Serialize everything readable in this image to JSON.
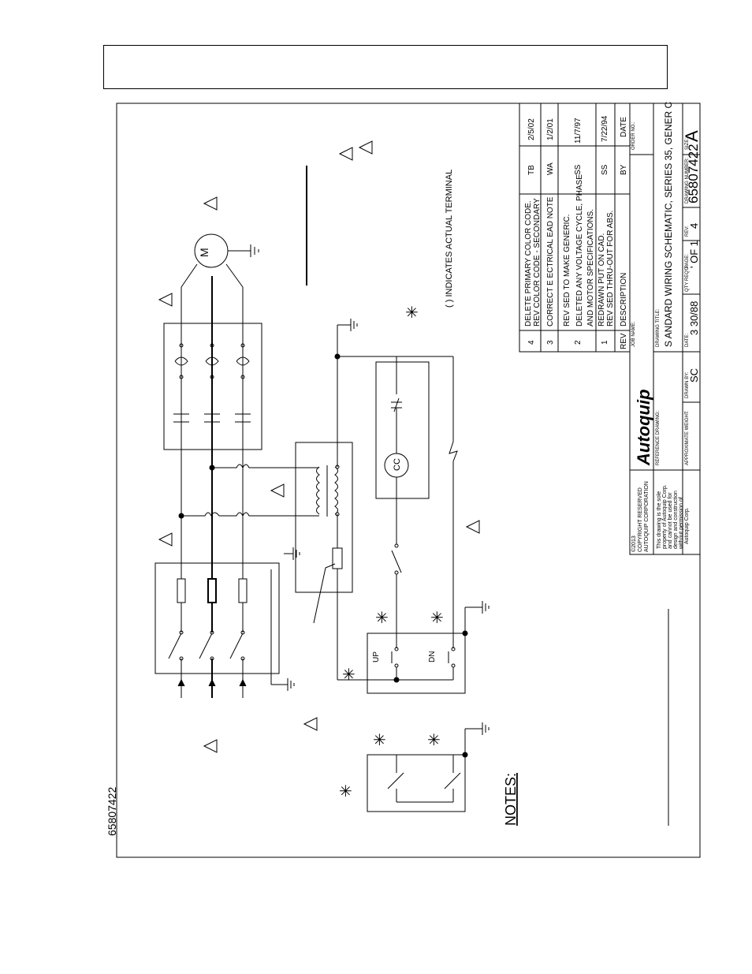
{
  "drawing_number_side": "65807422",
  "notes_title": "NOTES:",
  "terminal_note": "( ) INDICATES ACTUAL TERMINAL",
  "motor_label": "M",
  "coil_label": "CC",
  "switch_up": "UP",
  "switch_dn": "DN",
  "revisions": {
    "header": {
      "rev": "REV",
      "description": "DESCRIPTION",
      "by": "BY",
      "date": "DATE"
    },
    "rows": [
      {
        "rev": "4",
        "description_1": "DELETE PRIMARY COLOR CODE.",
        "description_2": "REV COLOR CODE - SECONDARY",
        "by": "TB",
        "date": "2/5/02"
      },
      {
        "rev": "3",
        "description_1": "CORRECT E ECTRICAL EAD NOTE",
        "description_2": "",
        "by": "WA",
        "date": "1/2/01"
      },
      {
        "rev": "2",
        "description_1": "REV SED TO MAKE GENERIC.",
        "description_2": "DELETED ANY VOLTAGE CYCLE, PHASE",
        "description_3": "AND MOTOR SPECIFICATIONS.",
        "by": "SS",
        "date": "11/7/97"
      },
      {
        "rev": "1",
        "description_1": "REDRAWN PUT ON CAD.",
        "description_2": "REV SED THRU-OUT FOR ABS.",
        "by": "SS",
        "date": "7/22/94"
      }
    ]
  },
  "title_block": {
    "copyright_1": "©2013",
    "copyright_2": "COPYRIGHT RESERVED",
    "copyright_3": "AUTOQUIP CORPORATION",
    "ownership_1": "This drawing is the sole",
    "ownership_2": "property of Autoquip Corp.",
    "ownership_3": "and cannot be used for",
    "ownership_4": "design and construction",
    "ownership_5": "without permission of",
    "ownership_6": "Autoquip Corp.",
    "logo": "Autoquip",
    "reference_label": "REFERENCE DRAWING:",
    "approx_weight_label": "APPROXIMATE WEIGHT:",
    "job_name_label": "JOB NAME:",
    "order_no_label": "ORDER NO.:",
    "drawing_title_label": "DRAWING TITLE:",
    "drawing_title": "S ANDARD WIRING SCHEMATIC, SERIES 35, GENER C",
    "drawn_by_label": "DRAWN BY:",
    "drawn_by": "SC",
    "date_label": "DATE:",
    "date": "3 30/88",
    "qty_label": "QTY REQ'D:",
    "page_label": "PAGE:",
    "page": "' OF 1",
    "rev_label": "REV:",
    "rev": "4",
    "drawing_number_label": "DRAWING NUMBER:",
    "drawing_number": "65807422",
    "size_label": "SIZE:",
    "size": "A"
  }
}
